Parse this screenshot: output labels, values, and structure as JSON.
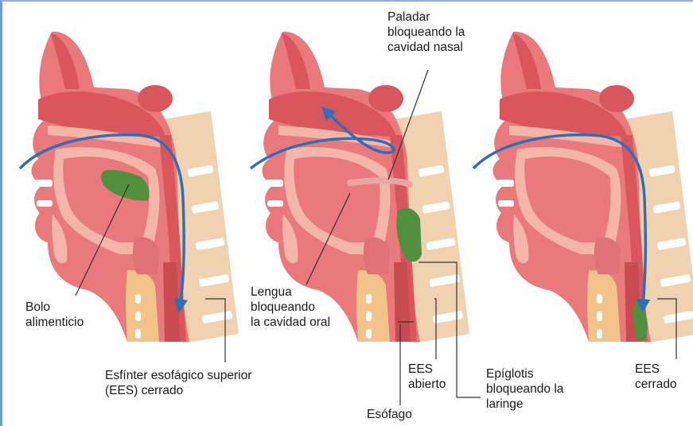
{
  "labels": {
    "bolo": [
      "Bolo",
      "alimenticio"
    ],
    "ees_superior": [
      "Esfínter esofágico superior",
      "(EES) cerrado"
    ],
    "paladar": [
      "Paladar",
      "bloqueando la",
      "cavidad nasal"
    ],
    "lengua": [
      "Lengua",
      "bloqueando",
      "la cavidad oral"
    ],
    "ees_abierto": [
      "EES",
      "abierto"
    ],
    "esofago": "Esófago",
    "epiglotis": [
      "Epíglotis",
      "bloqueando la",
      "laringe"
    ],
    "ees_cerrado": [
      "EES",
      "cerrado"
    ]
  },
  "colors": {
    "skin": "#e9797a",
    "nasal": "#d9575c",
    "tissue_light": "#f4b6a8",
    "spine": "#f0d2b0",
    "disc": "#ffffff",
    "bolus": "#4f8f3e",
    "arrow": "#2d6fb8",
    "trachea": "#f2c48a",
    "esophagus": "#c84b50",
    "guide_line": "#333333"
  }
}
